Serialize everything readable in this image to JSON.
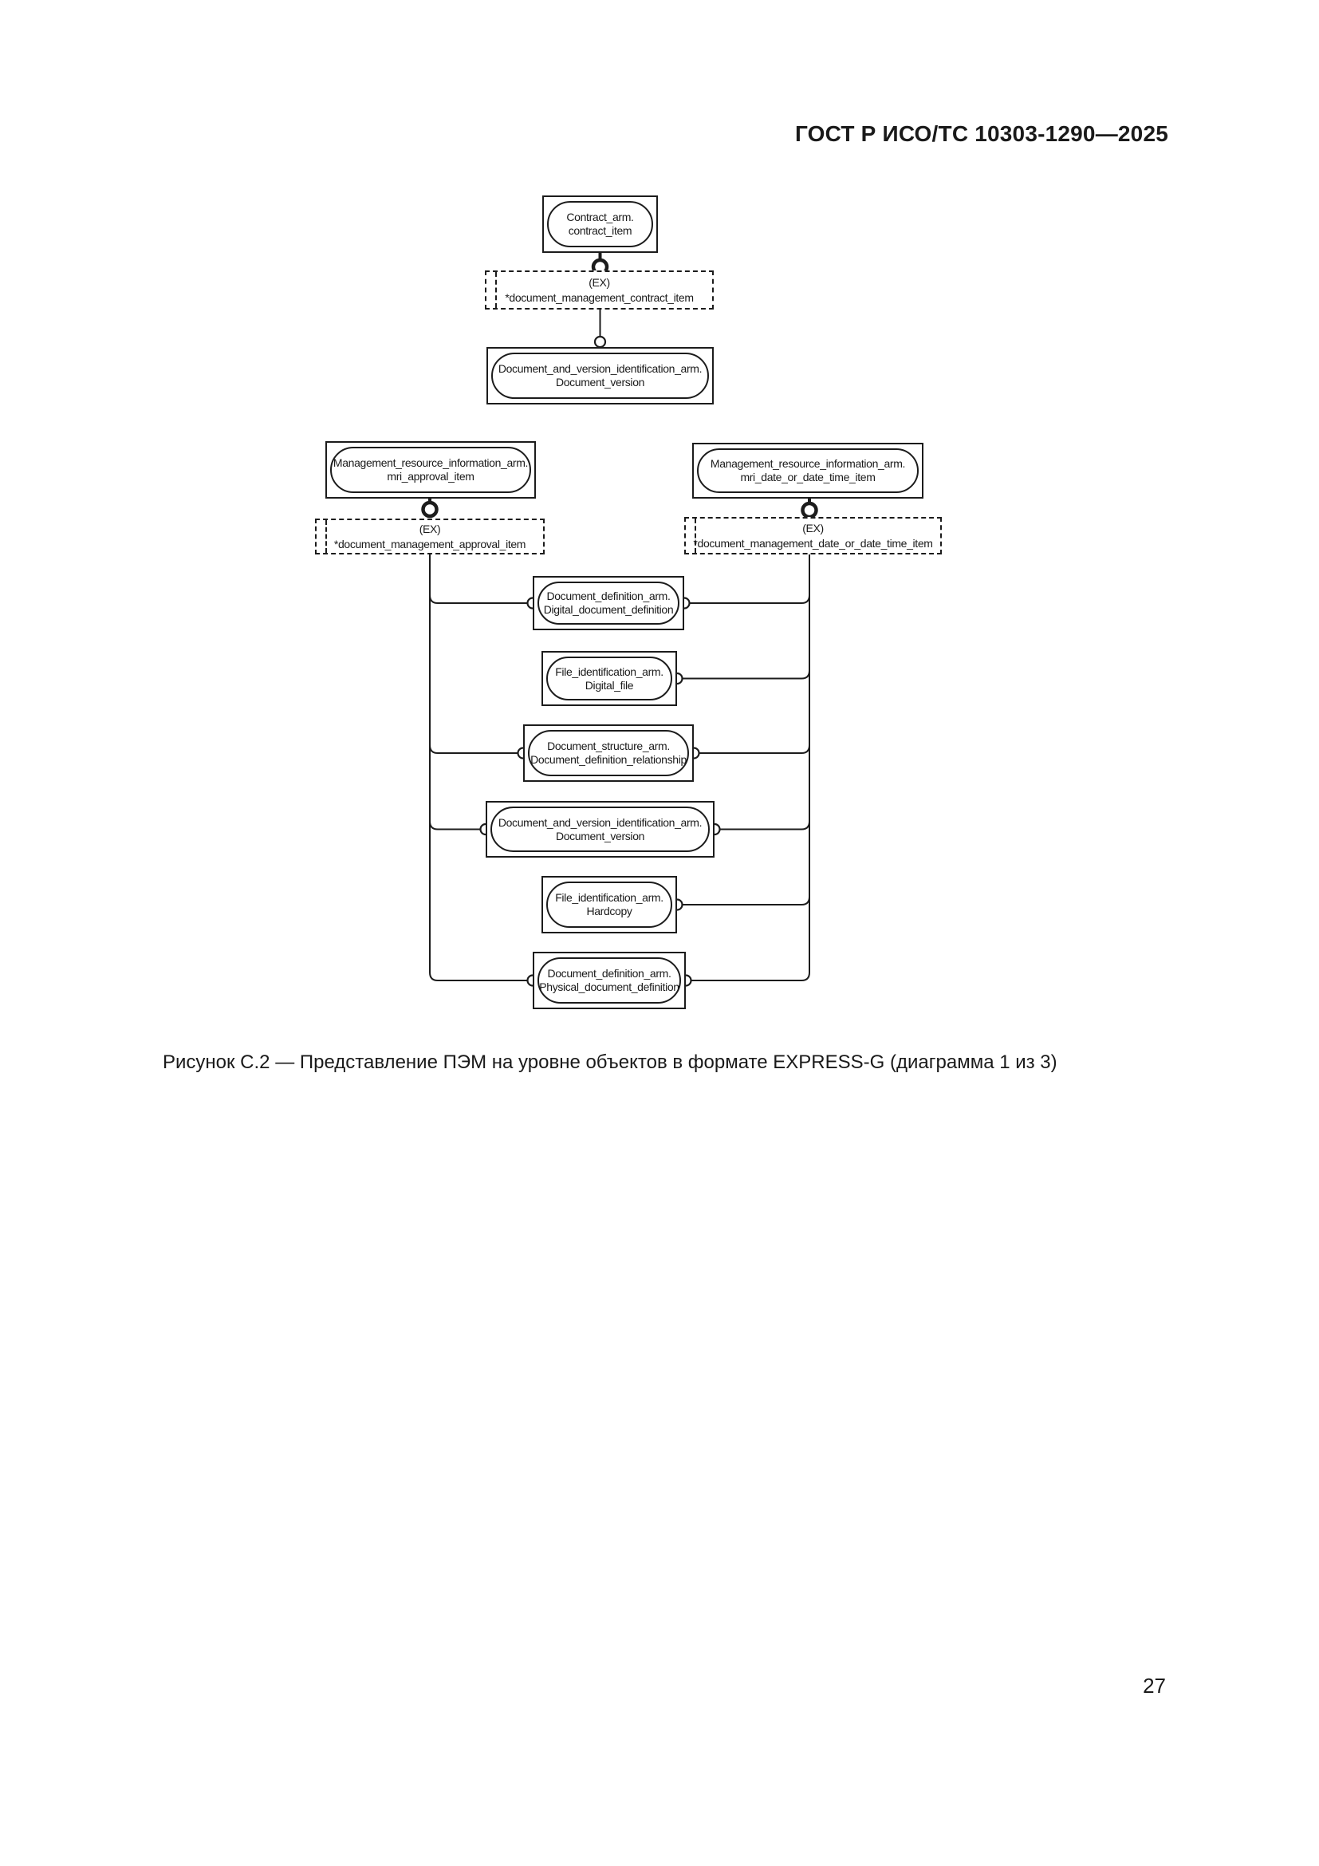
{
  "header": {
    "title": "ГОСТ Р ИСО/ТС 10303-1290—2025"
  },
  "figure": {
    "caption": "Рисунок С.2 — Представление ПЭМ на уровне объектов в формате EXPRESS-G (диаграмма 1 из 3)",
    "notation": "EXPRESS-G",
    "nodes": [
      {
        "id": "contract-item",
        "kind": "entity",
        "line1": "Contract_arm.",
        "line2": "contract_item"
      },
      {
        "id": "document-management-contract-item",
        "kind": "reference",
        "line1": "(EX)",
        "line2": "*document_management_contract_item"
      },
      {
        "id": "document-version-top",
        "kind": "entity",
        "line1": "Document_and_version_identification_arm.",
        "line2": "Document_version"
      },
      {
        "id": "mri-approval-item",
        "kind": "entity",
        "line1": "Management_resource_information_arm.",
        "line2": "mri_approval_item"
      },
      {
        "id": "document-management-approval-item",
        "kind": "reference",
        "line1": "(EX)",
        "line2": "*document_management_approval_item"
      },
      {
        "id": "mri-date-or-date-time-item",
        "kind": "entity",
        "line1": "Management_resource_information_arm.",
        "line2": "mri_date_or_date_time_item"
      },
      {
        "id": "document-management-date-item",
        "kind": "reference",
        "line1": "(EX)",
        "line2": "*document_management_date_or_date_time_item"
      },
      {
        "id": "digital-document-definition",
        "kind": "entity",
        "line1": "Document_definition_arm.",
        "line2": "Digital_document_definition"
      },
      {
        "id": "digital-file",
        "kind": "entity",
        "line1": "File_identification_arm.",
        "line2": "Digital_file"
      },
      {
        "id": "document-definition-relationship",
        "kind": "entity",
        "line1": "Document_structure_arm.",
        "line2": "Document_definition_relationship"
      },
      {
        "id": "document-version-mid",
        "kind": "entity",
        "line1": "Document_and_version_identification_arm.",
        "line2": "Document_version"
      },
      {
        "id": "hardcopy",
        "kind": "entity",
        "line1": "File_identification_arm.",
        "line2": "Hardcopy"
      },
      {
        "id": "physical-document-definition",
        "kind": "entity",
        "line1": "Document_definition_arm.",
        "line2": "Physical_document_definition"
      }
    ]
  },
  "footer": {
    "page_number": "27"
  }
}
